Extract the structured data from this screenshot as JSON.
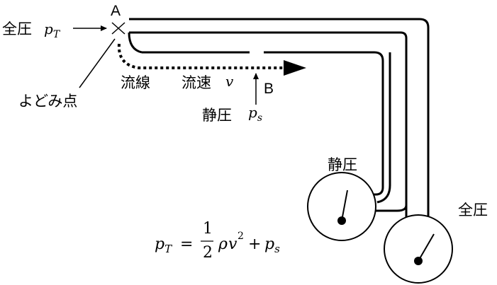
{
  "labels": {
    "point_a": "A",
    "point_b": "B",
    "total_pressure_left": "全圧",
    "total_pressure_symbol": "p",
    "total_pressure_sub": "T",
    "stagnation_point": "よどみ点",
    "streamline": "流線",
    "flow_velocity": "流速",
    "velocity_symbol": "v",
    "static_pressure_label": "静圧",
    "static_pressure_symbol": "p",
    "static_pressure_sub": "s",
    "static_gauge_label": "静圧",
    "total_gauge_label": "全圧"
  },
  "formula": {
    "lhs_symbol": "p",
    "lhs_sub": "T",
    "equals": "=",
    "numerator": "1",
    "denominator": "2",
    "rho": "ρ",
    "v": "v",
    "exponent": "2",
    "plus": "+",
    "rhs_symbol": "p",
    "rhs_sub": "s"
  },
  "gauges": {
    "static_needle_level": 0.55,
    "total_needle_level": 0.6
  }
}
